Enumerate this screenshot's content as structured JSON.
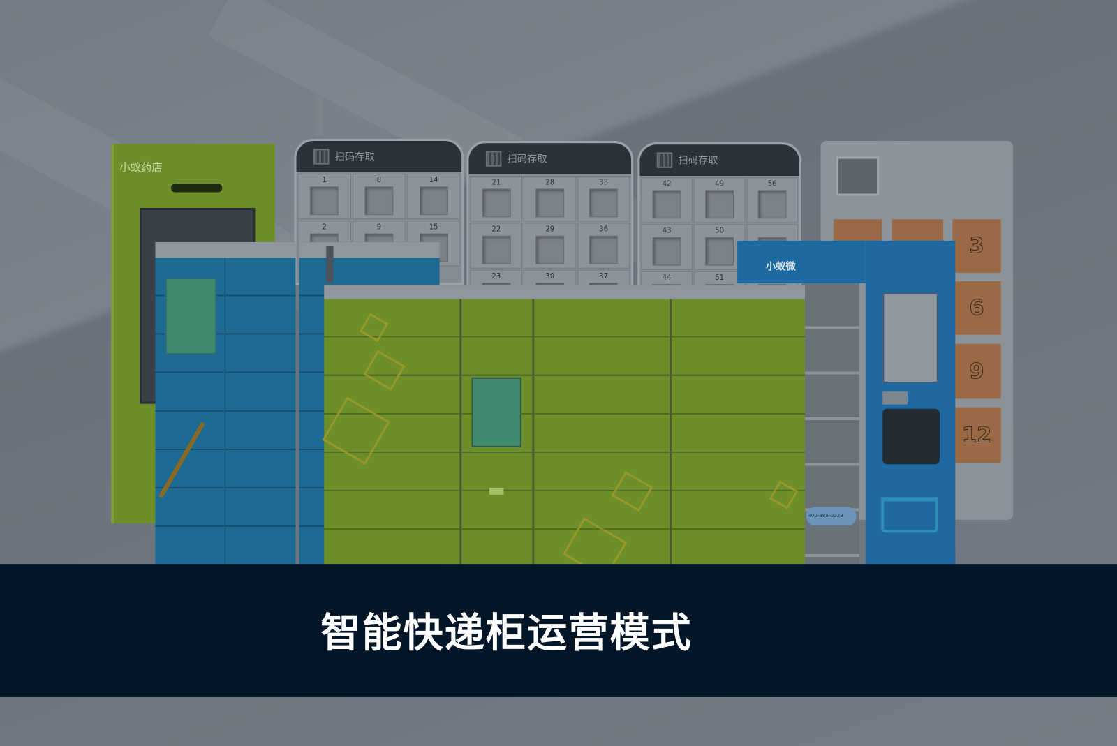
{
  "caption": "智能快递柜运营模式",
  "pharmacy_cabinet": {
    "brand": "小蚁药店"
  },
  "scan_lockers": [
    {
      "header": "扫码存取",
      "rows": [
        [
          "1",
          "8",
          "14"
        ],
        [
          "2",
          "9",
          "15"
        ]
      ]
    },
    {
      "header": "扫码存取",
      "rows": [
        [
          "21",
          "28",
          "35"
        ],
        [
          "22",
          "29",
          "36"
        ],
        [
          "23",
          "30",
          "37"
        ]
      ]
    },
    {
      "header": "扫码存取",
      "rows": [
        [
          "42",
          "49",
          "56"
        ],
        [
          "43",
          "50",
          ""
        ],
        [
          "44",
          "51",
          ""
        ]
      ]
    }
  ],
  "vending": {
    "brand": "小蚁微",
    "hotline": "400-885-0338"
  },
  "orange_lockers": [
    "3",
    "6",
    "9",
    "12"
  ],
  "colors": {
    "caption_bg": "#031628",
    "locker_green": "#6c8f2a",
    "locker_blue": "#1d6a92"
  }
}
